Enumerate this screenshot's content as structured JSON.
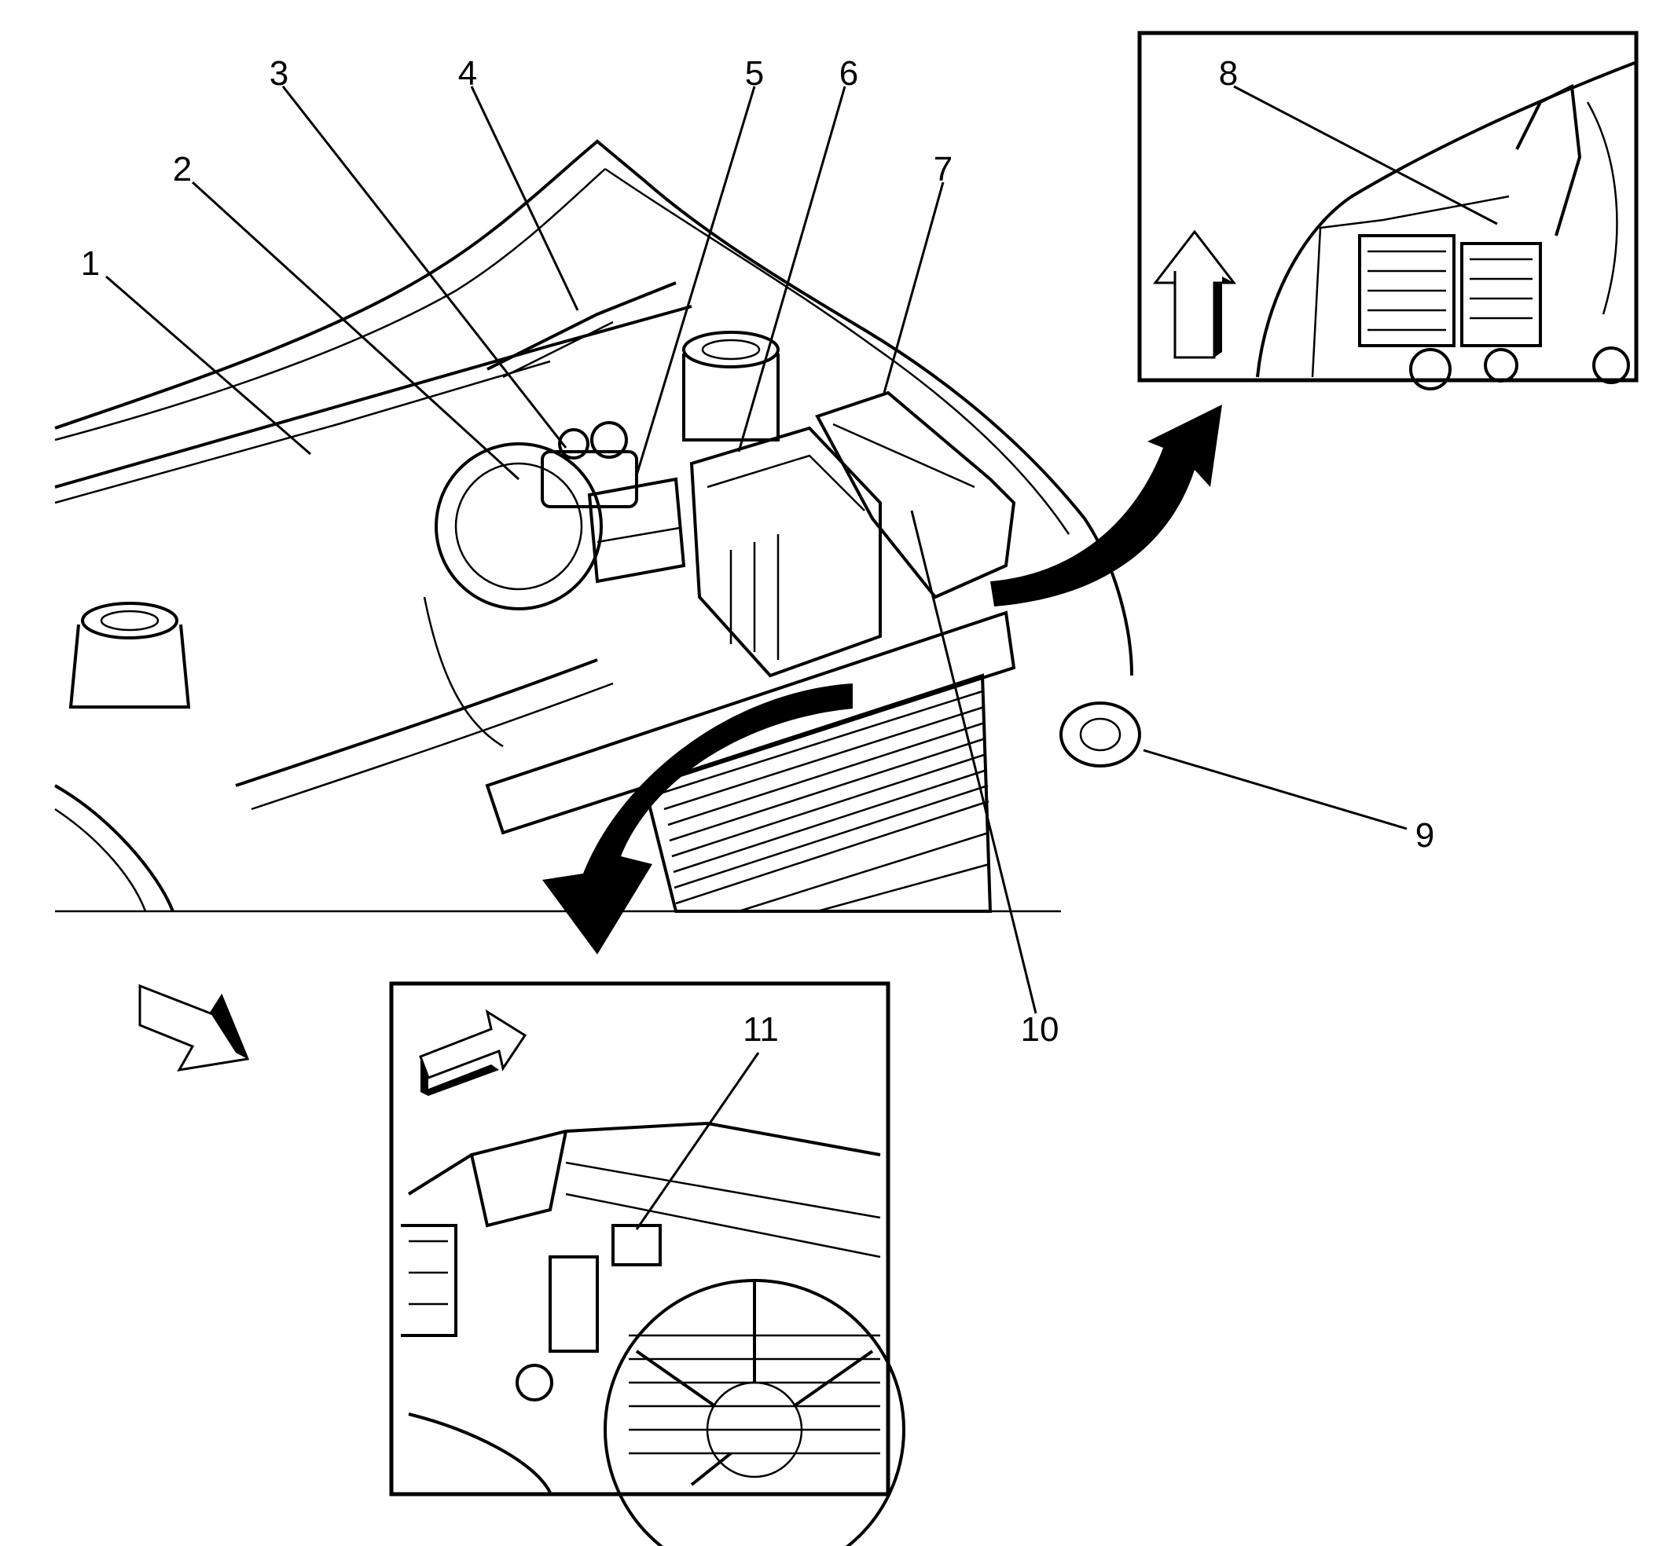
{
  "callouts": [
    {
      "id": "1",
      "label": "1"
    },
    {
      "id": "2",
      "label": "2"
    },
    {
      "id": "3",
      "label": "3"
    },
    {
      "id": "4",
      "label": "4"
    },
    {
      "id": "5",
      "label": "5"
    },
    {
      "id": "6",
      "label": "6"
    },
    {
      "id": "7",
      "label": "7"
    },
    {
      "id": "8",
      "label": "8"
    },
    {
      "id": "9",
      "label": "9"
    },
    {
      "id": "10",
      "label": "10"
    },
    {
      "id": "11",
      "label": "11"
    }
  ],
  "colors": {
    "ink": "#000000",
    "paper": "#ffffff"
  },
  "icons": {
    "inset_top_arrow": "up-arrow-icon",
    "inset_bottom_arrow": "diagonal-arrow-icon",
    "view_direction_arrow": "view-direction-arrow-icon"
  }
}
